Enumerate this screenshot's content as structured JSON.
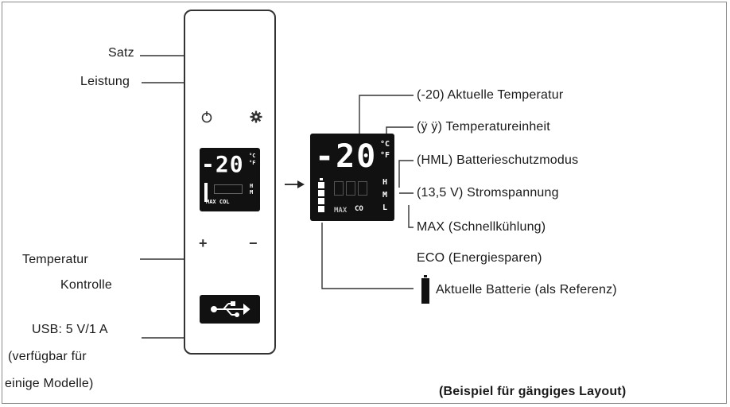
{
  "labels": {
    "satz": "Satz",
    "leistung": "Leistung",
    "temperatur": "Temperatur",
    "kontrolle": "Kontrolle",
    "usb": "USB: 5 V/1 A",
    "usb_note1": "(verfügbar für",
    "usb_note2": "einige Modelle)",
    "aktuelle_temperatur": "(-20) Aktuelle Temperatur",
    "temperatureinheit": "(ÿ ÿ) Temperatureinheit",
    "batterieschutz": "(HML) Batterieschutzmodus",
    "stromspannung": "(13,5 V) Stromspannung",
    "max": "MAX (Schnellkühlung)",
    "eco": "ECO (Energiesparen)",
    "batterie": "Aktuelle Batterie (als Referenz)",
    "beispiel": "(Beispiel für gängiges Layout)"
  },
  "display_small": {
    "temp": "-20",
    "unit_c": "°C",
    "unit_f": "°F",
    "h": "H",
    "m": "M",
    "mode": "MAX COL"
  },
  "display_large": {
    "temp": "-20",
    "unit_c": "°C",
    "unit_f": "°F",
    "h": "H",
    "m": "M",
    "l": "L",
    "max": "MAX",
    "eco": "CO"
  },
  "buttons": {
    "plus": "+",
    "minus": "−"
  },
  "icons": [
    "power-icon",
    "gear-icon",
    "usb-icon",
    "battery-icon",
    "arrow-right-icon"
  ]
}
